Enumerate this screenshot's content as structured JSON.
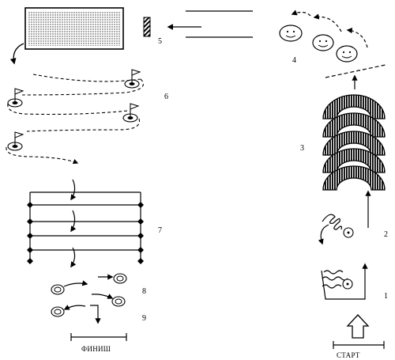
{
  "stations": [
    "1",
    "2",
    "3",
    "4",
    "5",
    "6",
    "7",
    "8",
    "9"
  ],
  "start_label": "СТАРТ",
  "finish_label": "ФИНИШ"
}
